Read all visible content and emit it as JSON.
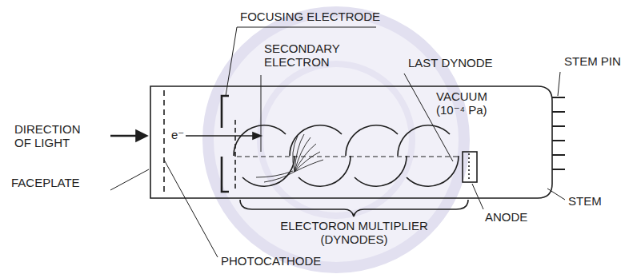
{
  "diagram": {
    "labels": [
      "FOCUSING ELECTRODE",
      "SECONDARY ELECTRON",
      "LAST DYNODE",
      "STEM PIN",
      "VACUUM (10⁻⁴ Pa)",
      "DIRECTION OF LIGHT",
      "e⁻",
      "FACEPLATE",
      "ELECTORON MULTIPLIER (DYNODES)",
      "ANODE",
      "STEM",
      "PHOTOCATHODE"
    ]
  }
}
